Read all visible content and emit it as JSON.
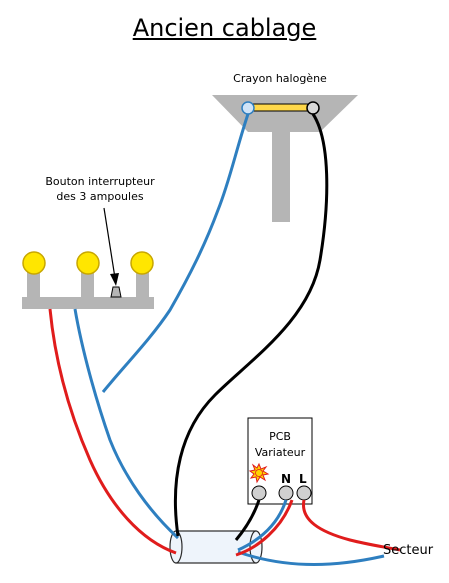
{
  "title": "Ancien cablage",
  "labels": {
    "crayon": "Crayon halogène",
    "bouton_line1": "Bouton interrupteur",
    "bouton_line2": "des 3 ampoules",
    "pcb": "PCB",
    "variateur": "Variateur",
    "neutral": "N",
    "live": "L",
    "secteur": "Secteur"
  },
  "colors": {
    "wire_blue": "#2e7fc0",
    "wire_red": "#e01c1c",
    "wire_black": "#000000",
    "fixture_grey": "#b5b5b5",
    "bulb_yellow": "#ffe600",
    "halogen_yellow": "#ffd84a"
  }
}
